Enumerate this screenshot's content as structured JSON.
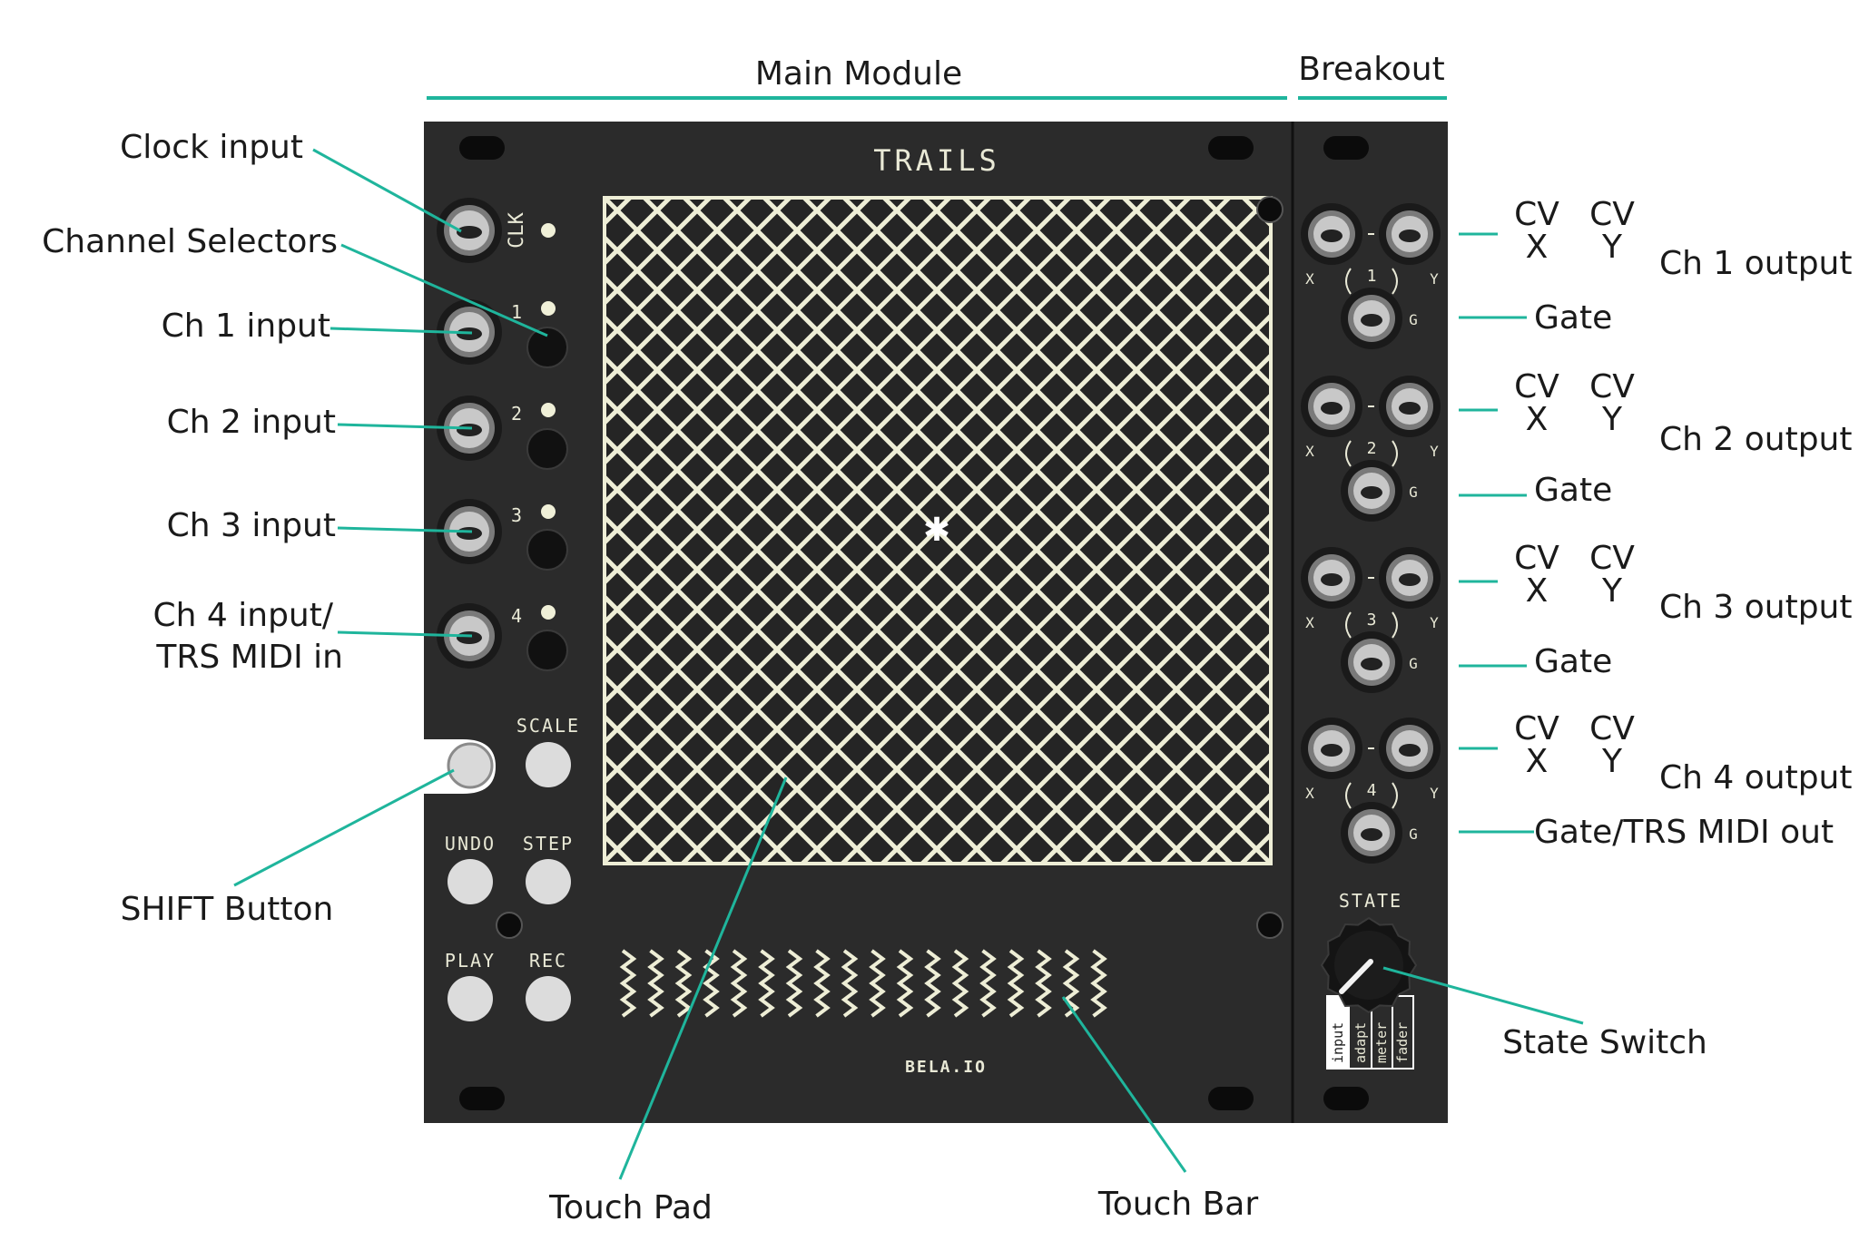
{
  "sections": {
    "main": "Main Module",
    "breakout": "Breakout"
  },
  "panel": {
    "title": "TRAILS",
    "brand": "BELA.IO",
    "clk": "CLK",
    "channel_numbers": [
      "1",
      "2",
      "3",
      "4"
    ],
    "buttons": {
      "scale": "SCALE",
      "undo": "UNDO",
      "step": "STEP",
      "play": "PLAY",
      "rec": "REC"
    },
    "breakout": {
      "x": "X",
      "y": "Y",
      "g": "G",
      "state": "STATE",
      "state_options": [
        "input",
        "adapt",
        "meter",
        "fader"
      ]
    }
  },
  "left_labels": {
    "clock": "Clock input",
    "selectors": "Channel Selectors",
    "ch1": "Ch 1 input",
    "ch2": "Ch 2 input",
    "ch3": "Ch 3 input",
    "ch4_line1": "Ch 4 input/",
    "ch4_line2": "TRS MIDI in",
    "shift": "SHIFT Button"
  },
  "bottom_labels": {
    "pad": "Touch Pad",
    "bar": "Touch Bar"
  },
  "right_labels": {
    "cv": "CV",
    "x": "X",
    "y": "Y",
    "outputs": [
      "Ch 1 output",
      "Ch 2 output",
      "Ch 3 output",
      "Ch 4 output"
    ],
    "gate": "Gate",
    "gate4": "Gate/TRS MIDI out",
    "state_switch": "State Switch"
  },
  "colors": {
    "panel": "#2b2b2b",
    "accent": "#1fb59c",
    "cream": "#eeeed6"
  }
}
